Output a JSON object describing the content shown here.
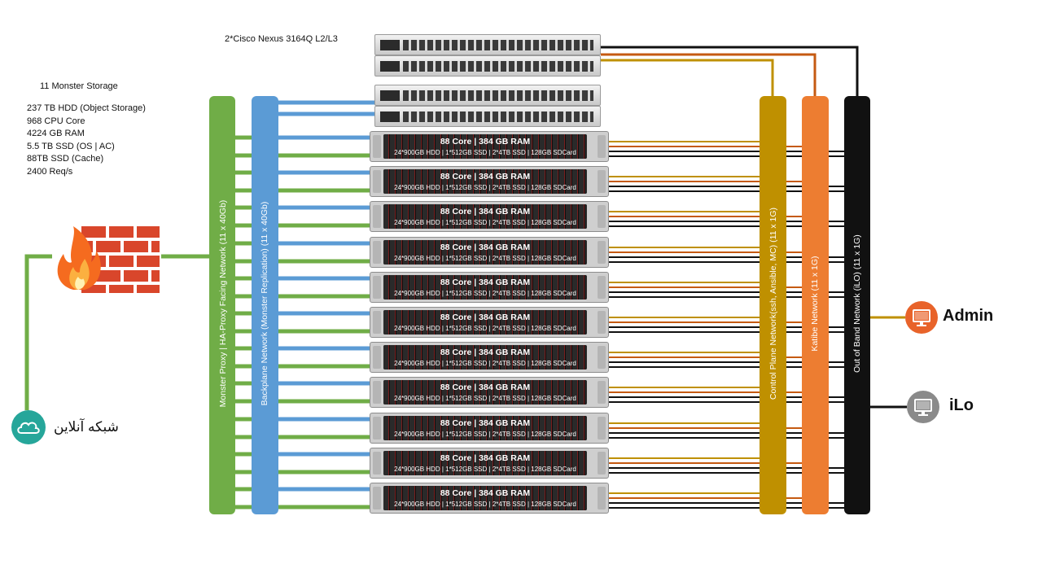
{
  "colors": {
    "green": "#70ad47",
    "blue": "#5b9bd5",
    "gold": "#bf9000",
    "orange": "#ed7d31",
    "black": "#111111",
    "lineOrange": "#c55a11",
    "red": "#e8632a",
    "teal": "#26a69a",
    "grey": "#8a8a8a"
  },
  "switch_label": "2*Cisco Nexus 3164Q L2/L3",
  "storage": {
    "title": "11 Monster Storage",
    "specs": [
      "237 TB HDD (Object Storage)",
      "968 CPU Core",
      "4224 GB RAM",
      "5.5 TB SSD (OS | AC)",
      "88TB SSD (Cache)",
      "2400 Req/s"
    ]
  },
  "server": {
    "line1": "88 Core | 384 GB RAM",
    "line2": "24*900GB HDD | 1*512GB SSD | 2*4TB SSD | 128GB SDCard",
    "count": 11
  },
  "networks": {
    "proxy": "Monster Proxy | HA-Proxy Facing Network (11 x 40Gb)",
    "backplane": "Backplane Network (Monster Replication) (11 x 40Gb)",
    "control": "Control Plane Network(ssh, Ansible, MC) (11 x 1G)",
    "katibe": "Katibe Network  (11 x 1G)",
    "oob": "Out of Band Network (iLO) (11 x 1G)"
  },
  "endpoints": {
    "internet": "شبکه آنلاین",
    "admin": "Admin",
    "ilo": "iLo"
  },
  "icons": [
    "firewall-icon",
    "cloud-icon",
    "admin-monitor-icon",
    "ilo-monitor-icon",
    "server-icon",
    "switch-icon"
  ]
}
